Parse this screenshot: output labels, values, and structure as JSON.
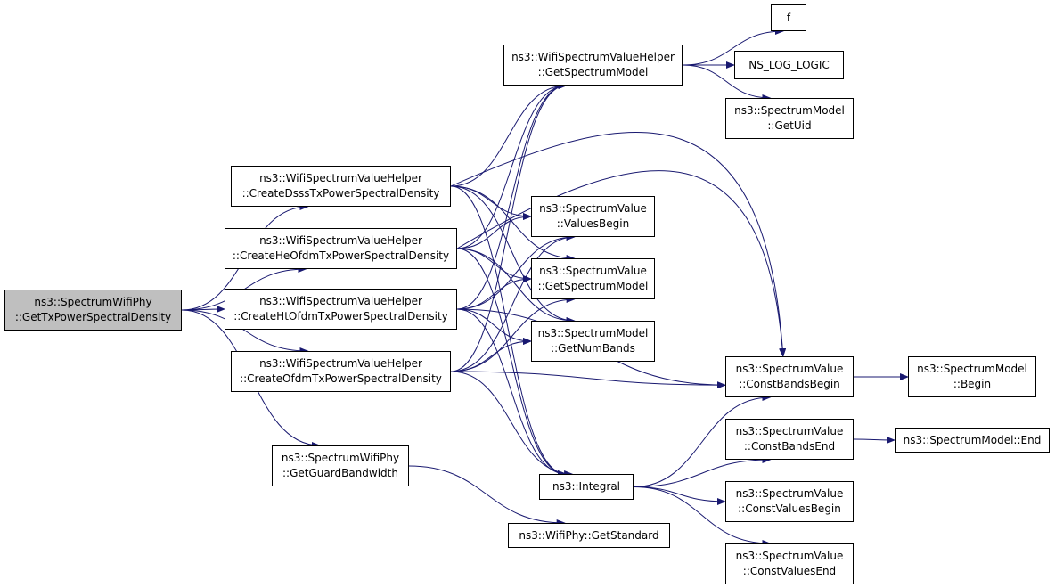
{
  "colors": {
    "edge": "#191970",
    "root_fill": "#bfbfbf",
    "node_fill": "#ffffff",
    "border": "#000000"
  },
  "nodes": [
    {
      "id": "root",
      "lines": [
        "ns3::SpectrumWifiPhy",
        "::GetTxPowerSpectralDensity"
      ]
    },
    {
      "id": "dsss",
      "lines": [
        "ns3::WifiSpectrumValueHelper",
        "::CreateDsssTxPowerSpectralDensity"
      ]
    },
    {
      "id": "he",
      "lines": [
        "ns3::WifiSpectrumValueHelper",
        "::CreateHeOfdmTxPowerSpectralDensity"
      ]
    },
    {
      "id": "ht",
      "lines": [
        "ns3::WifiSpectrumValueHelper",
        "::CreateHtOfdmTxPowerSpectralDensity"
      ]
    },
    {
      "id": "ofdm",
      "lines": [
        "ns3::WifiSpectrumValueHelper",
        "::CreateOfdmTxPowerSpectralDensity"
      ]
    },
    {
      "id": "guard",
      "lines": [
        "ns3::SpectrumWifiPhy",
        "::GetGuardBandwidth"
      ]
    },
    {
      "id": "getsm",
      "lines": [
        "ns3::WifiSpectrumValueHelper",
        "::GetSpectrumModel"
      ]
    },
    {
      "id": "f",
      "lines": [
        "f"
      ]
    },
    {
      "id": "nslog",
      "lines": [
        "NS_LOG_LOGIC"
      ]
    },
    {
      "id": "uid",
      "lines": [
        "ns3::SpectrumModel",
        "::GetUid"
      ]
    },
    {
      "id": "vb",
      "lines": [
        "ns3::SpectrumValue",
        "::ValuesBegin"
      ]
    },
    {
      "id": "svgsm",
      "lines": [
        "ns3::SpectrumValue",
        "::GetSpectrumModel"
      ]
    },
    {
      "id": "nb",
      "lines": [
        "ns3::SpectrumModel",
        "::GetNumBands"
      ]
    },
    {
      "id": "integral",
      "lines": [
        "ns3::Integral"
      ]
    },
    {
      "id": "std",
      "lines": [
        "ns3::WifiPhy::GetStandard"
      ]
    },
    {
      "id": "cbb",
      "lines": [
        "ns3::SpectrumValue",
        "::ConstBandsBegin"
      ]
    },
    {
      "id": "cbe",
      "lines": [
        "ns3::SpectrumValue",
        "::ConstBandsEnd"
      ]
    },
    {
      "id": "cvb",
      "lines": [
        "ns3::SpectrumValue",
        "::ConstValuesBegin"
      ]
    },
    {
      "id": "cve",
      "lines": [
        "ns3::SpectrumValue",
        "::ConstValuesEnd"
      ]
    },
    {
      "id": "begin",
      "lines": [
        "ns3::SpectrumModel",
        "::Begin"
      ]
    },
    {
      "id": "end",
      "lines": [
        "ns3::SpectrumModel::End"
      ]
    }
  ],
  "edges": [
    [
      "root",
      "dsss"
    ],
    [
      "root",
      "he"
    ],
    [
      "root",
      "ht"
    ],
    [
      "root",
      "ofdm"
    ],
    [
      "root",
      "guard"
    ],
    [
      "dsss",
      "getsm"
    ],
    [
      "dsss",
      "vb"
    ],
    [
      "dsss",
      "svgsm"
    ],
    [
      "dsss",
      "nb"
    ],
    [
      "dsss",
      "cbb"
    ],
    [
      "dsss",
      "integral"
    ],
    [
      "he",
      "getsm"
    ],
    [
      "he",
      "vb"
    ],
    [
      "he",
      "svgsm"
    ],
    [
      "he",
      "nb"
    ],
    [
      "he",
      "cbb"
    ],
    [
      "he",
      "integral"
    ],
    [
      "ht",
      "getsm"
    ],
    [
      "ht",
      "vb"
    ],
    [
      "ht",
      "svgsm"
    ],
    [
      "ht",
      "nb"
    ],
    [
      "ht",
      "cbb"
    ],
    [
      "ht",
      "integral"
    ],
    [
      "ofdm",
      "getsm"
    ],
    [
      "ofdm",
      "vb"
    ],
    [
      "ofdm",
      "svgsm"
    ],
    [
      "ofdm",
      "nb"
    ],
    [
      "ofdm",
      "cbb"
    ],
    [
      "ofdm",
      "integral"
    ],
    [
      "guard",
      "std"
    ],
    [
      "getsm",
      "f"
    ],
    [
      "getsm",
      "nslog"
    ],
    [
      "getsm",
      "uid"
    ],
    [
      "integral",
      "cbb"
    ],
    [
      "integral",
      "cbe"
    ],
    [
      "integral",
      "cvb"
    ],
    [
      "integral",
      "cve"
    ],
    [
      "cbb",
      "begin"
    ],
    [
      "cbe",
      "end"
    ]
  ]
}
